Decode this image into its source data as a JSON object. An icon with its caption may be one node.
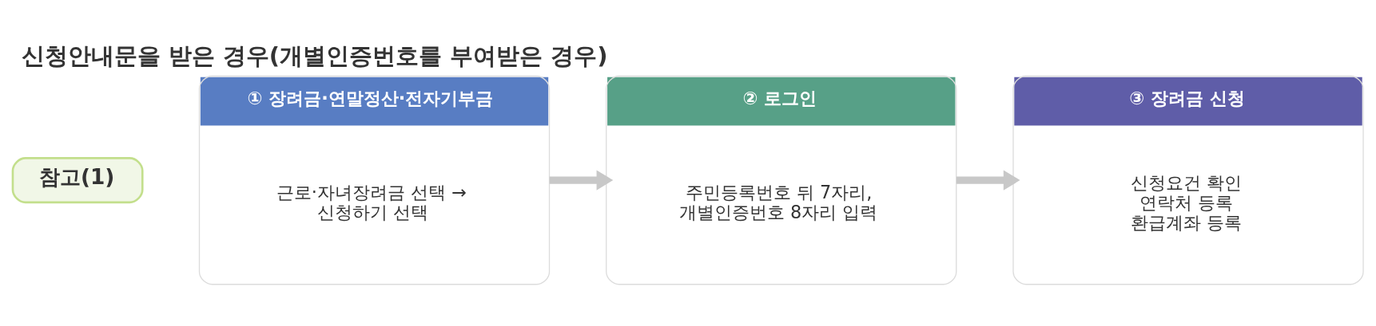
{
  "diagram": {
    "title": "신청안내문을 받은 경우(개별인증번호를 부여받은 경우)",
    "nodes": [
      {
        "text": [
          "참고(1)"
        ]
      },
      {
        "text": [
          "① 장려금·연말정산·전자기부금",
          "근로·자녀장려금 선택 → 신청하기 선택"
        ]
      },
      {
        "text": [
          "② 로그인",
          "주민등록번호 뒤 7자리, 개별인증번호 8자리 입력"
        ]
      },
      {
        "text": [
          "③ 장려금 신청",
          "신청요건 확인",
          "연락처 등록",
          "환급계좌 등록"
        ]
      }
    ],
    "edges": [
      {
        "from": 1,
        "to": 2,
        "arrow": "to"
      },
      {
        "from": 2,
        "to": 3,
        "arrow": "to"
      }
    ]
  }
}
